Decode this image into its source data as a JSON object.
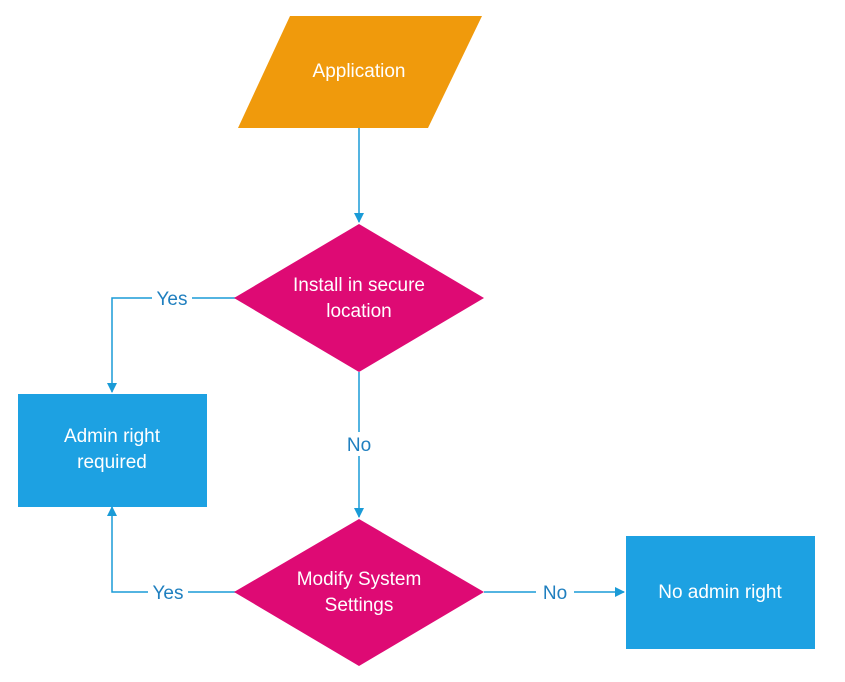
{
  "colors": {
    "start": "#f09a0c",
    "decision": "#de0a74",
    "process": "#1da1e2",
    "connector": "#1a9bd7",
    "edge_label": "#1f7fbf"
  },
  "nodes": {
    "application": {
      "shape": "parallelogram",
      "lines": [
        "Application"
      ]
    },
    "secure_location": {
      "shape": "diamond",
      "lines": [
        "Install in secure",
        "location"
      ]
    },
    "admin_required": {
      "shape": "rectangle",
      "lines": [
        "Admin right",
        "required"
      ]
    },
    "modify_settings": {
      "shape": "diamond",
      "lines": [
        "Modify System",
        "Settings"
      ]
    },
    "no_admin": {
      "shape": "rectangle",
      "lines": [
        "No admin right"
      ]
    }
  },
  "edges": {
    "secure_yes": "Yes",
    "secure_no": "No",
    "modify_yes": "Yes",
    "modify_no": "No"
  }
}
